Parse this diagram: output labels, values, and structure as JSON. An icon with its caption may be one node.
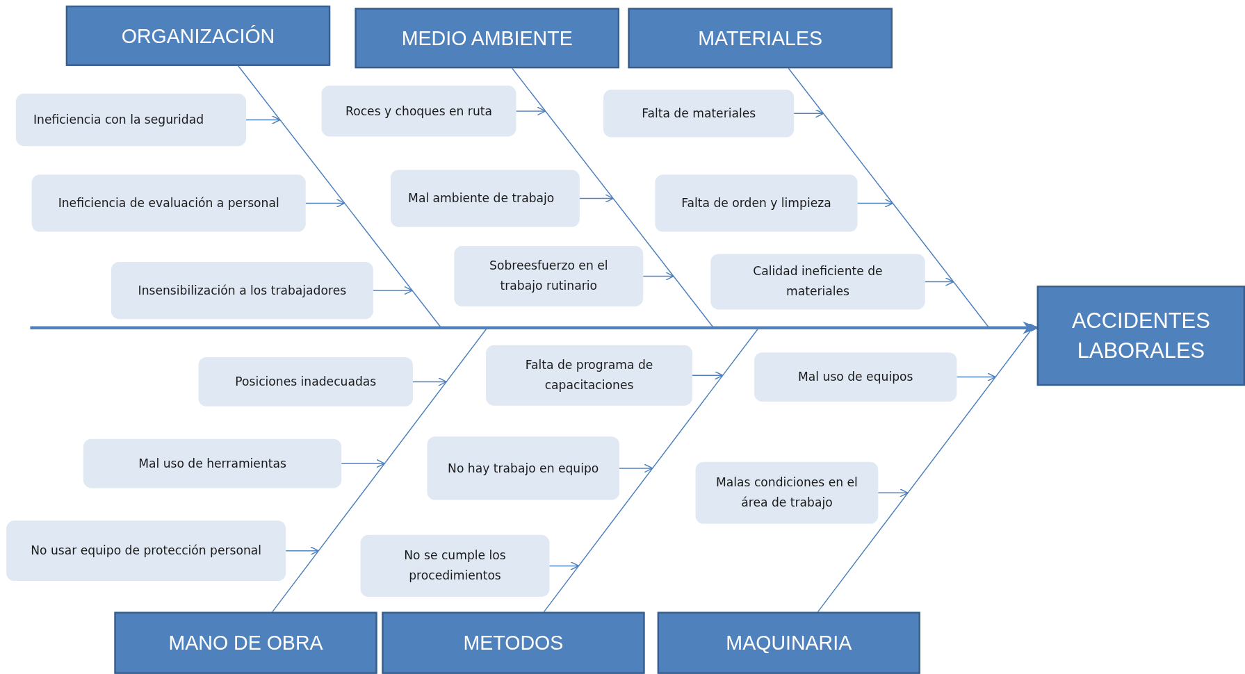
{
  "diagram": {
    "nodes": [
      {
        "text": [
          "ORGANIZACIÓN"
        ]
      },
      {
        "text": [
          "MEDIO AMBIENTE"
        ]
      },
      {
        "text": [
          "MATERIALES"
        ]
      },
      {
        "text": [
          "Ineficiencia con la seguridad"
        ]
      },
      {
        "text": [
          "Roces y choques en ruta"
        ]
      },
      {
        "text": [
          "Falta de materiales"
        ]
      },
      {
        "text": [
          "Ineficiencia de evaluación a personal"
        ]
      },
      {
        "text": [
          "Mal ambiente de trabajo"
        ]
      },
      {
        "text": [
          "Falta de orden y limpieza"
        ]
      },
      {
        "text": [
          "Insensibilización a los trabajadores"
        ]
      },
      {
        "text": [
          "Sobreesfuerzo en el trabajo rutinario"
        ]
      },
      {
        "text": [
          "Calidad ineficiente de materiales"
        ]
      },
      {
        "text": [
          "ACCIDENTES LABORALES"
        ]
      },
      {
        "text": [
          "Posiciones inadecuadas"
        ]
      },
      {
        "text": [
          "Falta de programa de capacitaciones"
        ]
      },
      {
        "text": [
          "Mal uso de equipos"
        ]
      },
      {
        "text": [
          "Mal uso de herramientas"
        ]
      },
      {
        "text": [
          "No hay trabajo en equipo"
        ]
      },
      {
        "text": [
          "Malas condiciones en el área de trabajo"
        ]
      },
      {
        "text": [
          "No usar equipo de protección personal"
        ]
      },
      {
        "text": [
          "No se cumple los procedimientos"
        ]
      },
      {
        "text": [
          "MANO DE OBRA"
        ]
      },
      {
        "text": [
          "METODOS"
        ]
      },
      {
        "text": [
          "MAQUINARIA"
        ]
      }
    ],
    "edges": [
      {
        "from": null,
        "to": 12,
        "arrow": "to",
        "style": "thick"
      },
      {
        "from": 0,
        "to": 12,
        "arrow": "to"
      },
      {
        "from": 1,
        "to": 12,
        "arrow": "to"
      },
      {
        "from": 2,
        "to": 12,
        "arrow": "to"
      },
      {
        "from": 21,
        "to": 12,
        "arrow": "to"
      },
      {
        "from": 22,
        "to": 12,
        "arrow": "to"
      },
      {
        "from": 23,
        "to": 12,
        "arrow": "to"
      },
      {
        "from": 3,
        "to": null,
        "arrow": "to"
      },
      {
        "from": 6,
        "to": null,
        "arrow": "to"
      },
      {
        "from": 9,
        "to": null,
        "arrow": "to"
      },
      {
        "from": 4,
        "to": null,
        "arrow": "to"
      },
      {
        "from": 7,
        "to": null,
        "arrow": "to"
      },
      {
        "from": 10,
        "to": null,
        "arrow": "to"
      },
      {
        "from": 5,
        "to": null,
        "arrow": "to"
      },
      {
        "from": 8,
        "to": null,
        "arrow": "to"
      },
      {
        "from": 11,
        "to": null,
        "arrow": "to"
      },
      {
        "from": 13,
        "to": null,
        "arrow": "to"
      },
      {
        "from": 16,
        "to": null,
        "arrow": "to"
      },
      {
        "from": 19,
        "to": null,
        "arrow": "to"
      },
      {
        "from": 14,
        "to": null,
        "arrow": "to"
      },
      {
        "from": 17,
        "to": null,
        "arrow": "to"
      },
      {
        "from": 20,
        "to": null,
        "arrow": "to"
      },
      {
        "from": 15,
        "to": null,
        "arrow": "to"
      },
      {
        "from": 18,
        "to": null,
        "arrow": "to"
      }
    ]
  }
}
